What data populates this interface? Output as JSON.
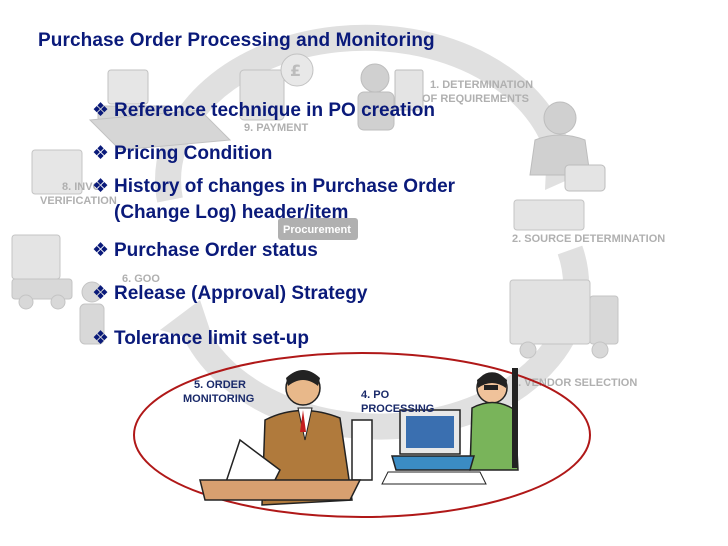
{
  "title": "Purchase Order Processing and Monitoring",
  "bullet_glyph": "❖",
  "bullets": [
    {
      "line1": "Reference technique in PO creation"
    },
    {
      "line1": "Pricing Condition"
    },
    {
      "line1": "History of changes in Purchase Order",
      "line2": "(Change Log) header/item"
    },
    {
      "line1": "Purchase Order status"
    },
    {
      "line1": "Release (Approval) Strategy"
    },
    {
      "line1": "Tolerance limit set-up"
    }
  ],
  "cycle": {
    "center_label": "Procurement",
    "stages": {
      "determination": [
        "1. DETERMINATION",
        "OF REQUIREMENTS"
      ],
      "source": "2. SOURCE DETERMINATION",
      "vendor": "3. VENDOR SELECTION",
      "po_processing": [
        "4. PO",
        "PROCESSING"
      ],
      "order_monitoring": [
        "5. ORDER",
        "MONITORING"
      ],
      "goods": "6. GOO",
      "invoice": [
        "8. INVO",
        "VERIFICATION"
      ],
      "payment": "9. PAYMENT"
    }
  },
  "colors": {
    "text": "#0a1a7a",
    "highlight_ellipse": "#b01818",
    "faded_art": "#c8c8c8"
  },
  "icons": {
    "bullet": "diamond-bullet-icon",
    "currency": "pound-coin-icon"
  }
}
